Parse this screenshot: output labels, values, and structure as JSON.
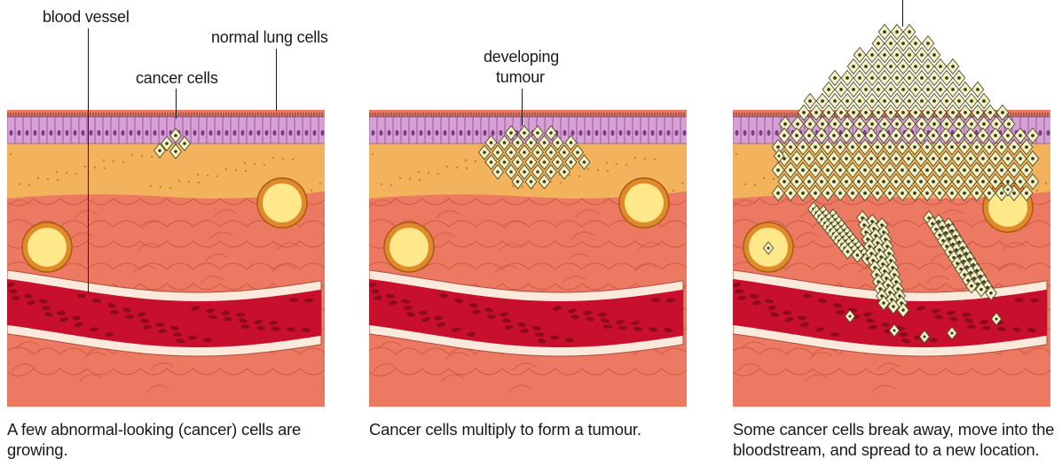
{
  "panels": [
    {
      "labels": {
        "blood_vessel": "blood vessel",
        "normal_lung_cells": "normal lung cells",
        "cancer_cells": "cancer cells"
      },
      "caption": "A few abnormal-looking (cancer) cells are growing."
    },
    {
      "labels": {
        "developing_tumour_line1": "developing",
        "developing_tumour_line2": "tumour"
      },
      "caption": "Cancer cells multiply to form a tumour."
    },
    {
      "labels": {},
      "caption": "Some cancer cells break away, move into the bloodstream, and spread to a new location."
    }
  ],
  "colors": {
    "epithelium": "#d9a0d6",
    "nucleus": "#7b3d86",
    "orange_layer": "#f3b35c",
    "tissue": "#ec7a63",
    "vessel_blood": "#c8102e",
    "vessel_wall": "#fbe9dc",
    "gland_ring": "#e08a2c",
    "gland_core": "#ffe88a",
    "cancer_cell": "#f2f0c4"
  }
}
